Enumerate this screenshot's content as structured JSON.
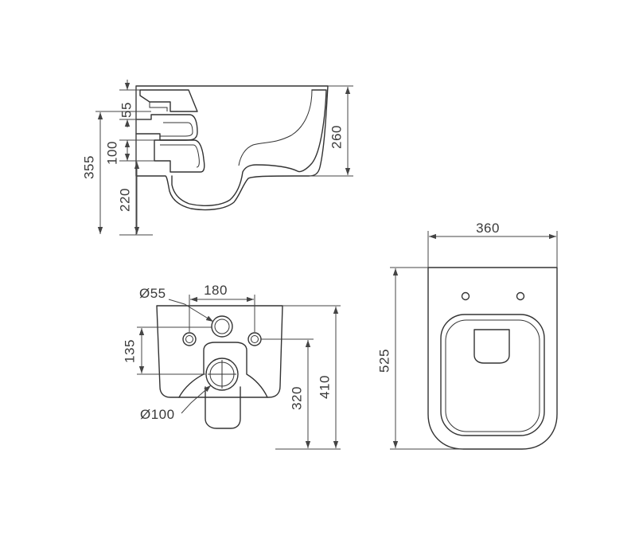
{
  "dimensions": {
    "side_55": "55",
    "side_100": "100",
    "side_355": "355",
    "side_220": "220",
    "side_260": "260",
    "rear_diam_55": "Ø55",
    "rear_180": "180",
    "rear_135": "135",
    "rear_diam_100": "Ø100",
    "rear_320": "320",
    "rear_410": "410",
    "top_360": "360",
    "top_525": "525"
  },
  "colors": {
    "line": "#333333",
    "background": "#ffffff"
  }
}
